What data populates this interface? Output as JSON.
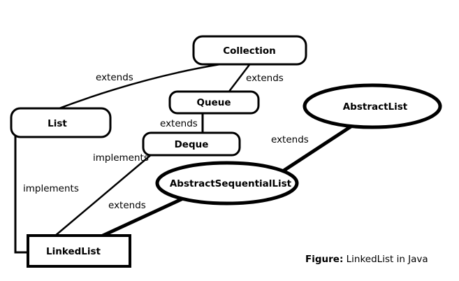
{
  "diagram": {
    "type": "uml-class-hierarchy",
    "colors": {
      "background": "#ffffff",
      "stroke": "#000000",
      "text": "#000000"
    },
    "nodes": [
      {
        "id": "collection",
        "label": "Collection",
        "shape": "rounded-rect"
      },
      {
        "id": "queue",
        "label": "Queue",
        "shape": "rounded-rect"
      },
      {
        "id": "deque",
        "label": "Deque",
        "shape": "rounded-rect"
      },
      {
        "id": "list",
        "label": "List",
        "shape": "rounded-rect"
      },
      {
        "id": "abstract-list",
        "label": "AbstractList",
        "shape": "ellipse"
      },
      {
        "id": "abstract-sequential-list",
        "label": "AbstractSequentialList",
        "shape": "ellipse"
      },
      {
        "id": "linked-list",
        "label": "LinkedList",
        "shape": "rect"
      }
    ],
    "edges": [
      {
        "from": "list",
        "to": "collection",
        "label": "extends",
        "style": "thin"
      },
      {
        "from": "queue",
        "to": "collection",
        "label": "extends",
        "style": "thin"
      },
      {
        "from": "deque",
        "to": "queue",
        "label": "extends",
        "style": "thin"
      },
      {
        "from": "linked-list",
        "to": "deque",
        "label": "implements",
        "style": "thin"
      },
      {
        "from": "linked-list",
        "to": "list",
        "label": "implements",
        "style": "thin"
      },
      {
        "from": "abstract-sequential-list",
        "to": "abstract-list",
        "label": "extends",
        "style": "thick"
      },
      {
        "from": "linked-list",
        "to": "abstract-sequential-list",
        "label": "extends",
        "style": "thick"
      }
    ],
    "caption": {
      "label": "Figure:",
      "text": " LinkedList in Java"
    }
  }
}
